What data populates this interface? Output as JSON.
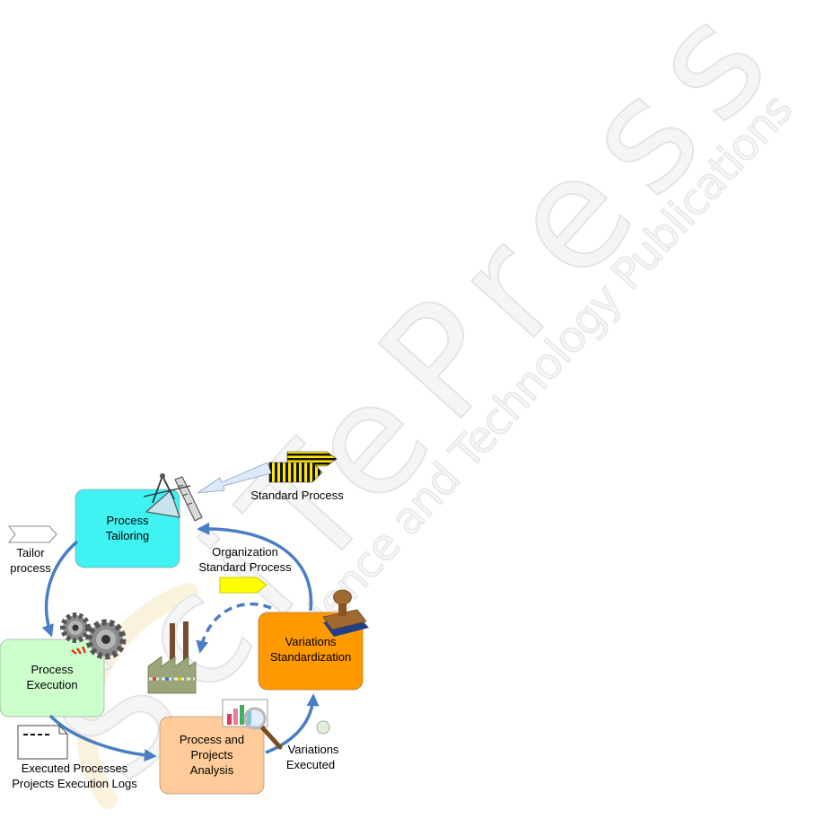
{
  "diagram": {
    "nodes": {
      "tailoring": {
        "line1": "Process",
        "line2": "Tailoring"
      },
      "execution": {
        "line1": "Process",
        "line2": "Execution"
      },
      "analysis": {
        "line1": "Process and",
        "line2": "Projects",
        "line3": "Analysis"
      },
      "standardization": {
        "line1": "Variations",
        "line2": "Standardization"
      }
    },
    "labels": {
      "standard_process": "Standard Process",
      "tailor_process": [
        "Tailor",
        "process"
      ],
      "org_standard_process": [
        "Organization",
        "Standard Process"
      ],
      "executed_processes": "Executed Processes",
      "execution_logs": "Projects Execution Logs",
      "variations_executed": [
        "Variations",
        "Executed"
      ]
    },
    "icons": {
      "tailoring": "drafting-tools-icon",
      "execution": "gears-icon",
      "analysis": "chart-magnifier-icon",
      "standardization": "rubber-stamp-icon",
      "organization": "factory-icon",
      "standard_process": "striped-process-arrow-icon",
      "org_standard_process": "yellow-process-arrow-icon",
      "tailor_process": "chevron-process-icon",
      "logs": "document-icon",
      "variations_executed": "circle-icon"
    },
    "colors": {
      "tailoring": "#40F2F2",
      "execution": "#CCFFCC",
      "analysis": "#FFCC99",
      "standardization": "#FF9900",
      "arrow": "#4A7EC4",
      "org_process_arrow": "#FFFF00"
    }
  },
  "watermark": {
    "title": "SciTePress",
    "subtitle": "Science and Technology Publications"
  }
}
